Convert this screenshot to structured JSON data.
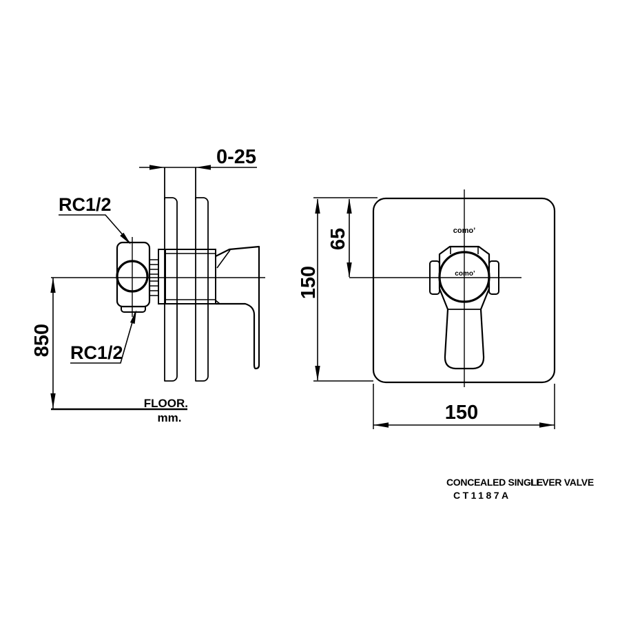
{
  "colors": {
    "line": "#000000",
    "background": "#ffffff"
  },
  "side_view": {
    "wall_thickness_dim": "0-25",
    "height_dim": "850",
    "inlet_label_top": "RC1/2",
    "inlet_label_bottom": "RC1/2",
    "floor_label": "FLOOR.",
    "unit_label": "mm."
  },
  "front_view": {
    "plate_height_dim": "150",
    "center_offset_dim": "65",
    "plate_width_dim": "150",
    "brand_plate": "como’",
    "brand_handle": "como’"
  },
  "title_block": {
    "product_name_line1": "CONCEALED SINGLE",
    "product_name_line2": "LEVER VALVE",
    "model_code": "CT1187A"
  }
}
